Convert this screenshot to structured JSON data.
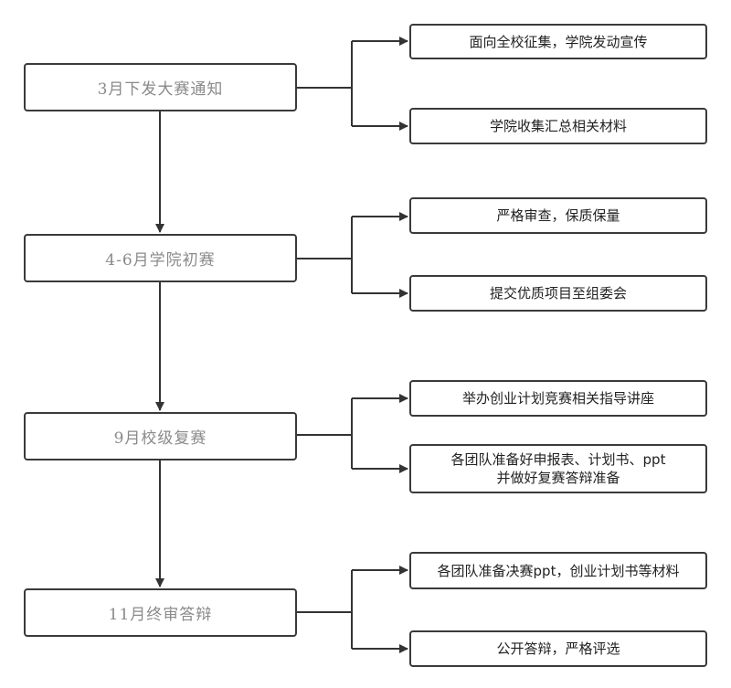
{
  "stages": [
    {
      "label": "3月下发大赛通知",
      "tasks": [
        {
          "lines": [
            "面向全校征集，学院发动宣传"
          ]
        },
        {
          "lines": [
            "学院收集汇总相关材料"
          ]
        }
      ]
    },
    {
      "label": "4-6月学院初赛",
      "tasks": [
        {
          "lines": [
            "严格审查，保质保量"
          ]
        },
        {
          "lines": [
            "提交优质项目至组委会"
          ]
        }
      ]
    },
    {
      "label": "9月校级复赛",
      "tasks": [
        {
          "lines": [
            "举办创业计划竞赛相关指导讲座"
          ]
        },
        {
          "lines": [
            "各团队准备好申报表、计划书、ppt",
            "并做好复赛答辩准备"
          ]
        }
      ]
    },
    {
      "label": "11月终审答辩",
      "tasks": [
        {
          "lines": [
            "各团队准备决赛ppt，创业计划书等材料"
          ]
        },
        {
          "lines": [
            "公开答辩，严格评选"
          ]
        }
      ]
    }
  ],
  "colors": {
    "line": "#333333",
    "stage_text": "#8a8a8a",
    "task_text": "#222222",
    "border": "#3a3a3a"
  }
}
